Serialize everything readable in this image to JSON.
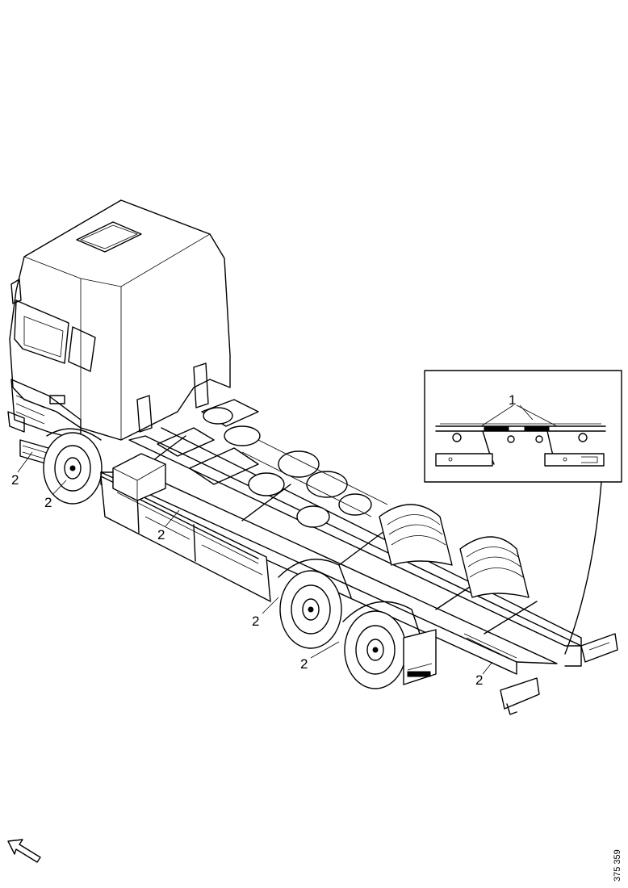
{
  "figure": {
    "callouts": {
      "c1": "1",
      "c2_front_step": "2",
      "c2_front_wheel": "2",
      "c2_side_skirt": "2",
      "c2_middle_axle": "2",
      "c2_rear_axle": "2",
      "c2_rear_frame": "2"
    },
    "image_code": "375 359"
  }
}
